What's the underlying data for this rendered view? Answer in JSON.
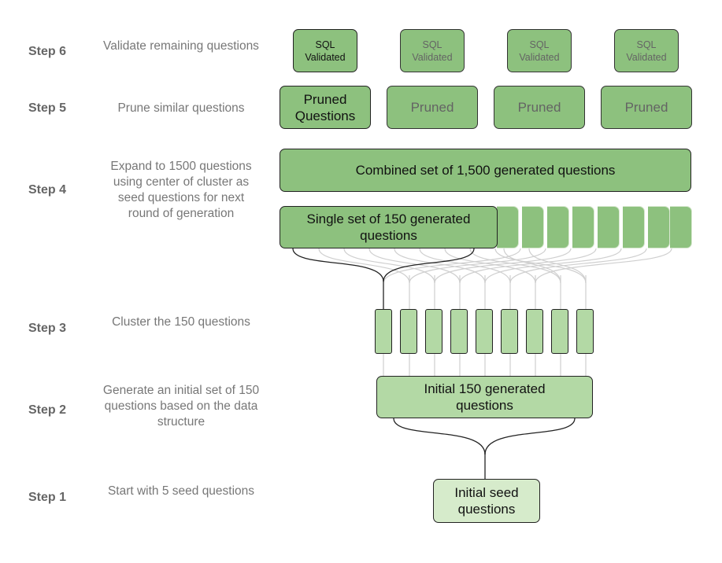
{
  "steps": [
    {
      "label": "Step 6",
      "desc": "Validate remaining questions"
    },
    {
      "label": "Step 5",
      "desc": "Prune similar questions"
    },
    {
      "label": "Step 4",
      "desc": "Expand to 1500 questions using center of cluster as seed questions for next round of generation"
    },
    {
      "label": "Step 3",
      "desc": "Cluster the 150 questions"
    },
    {
      "label": "Step 2",
      "desc": "Generate an initial set of 150 questions based on the data structure"
    },
    {
      "label": "Step 1",
      "desc": "Start with 5 seed questions"
    }
  ],
  "validated": [
    "SQL Validated",
    "SQL Validated",
    "SQL Validated",
    "SQL Validated"
  ],
  "pruned": [
    "Pruned Questions",
    "Pruned",
    "Pruned",
    "Pruned"
  ],
  "combined": "Combined set of 1,500 generated questions",
  "single_set": "Single set of 150 generated questions",
  "initial_generated": "Initial 150 generated questions",
  "seed": "Initial seed questions",
  "colors": {
    "dark_green": "#8dc17e",
    "mid_green": "#b3d9a5",
    "light_green": "#d6ebcb"
  }
}
